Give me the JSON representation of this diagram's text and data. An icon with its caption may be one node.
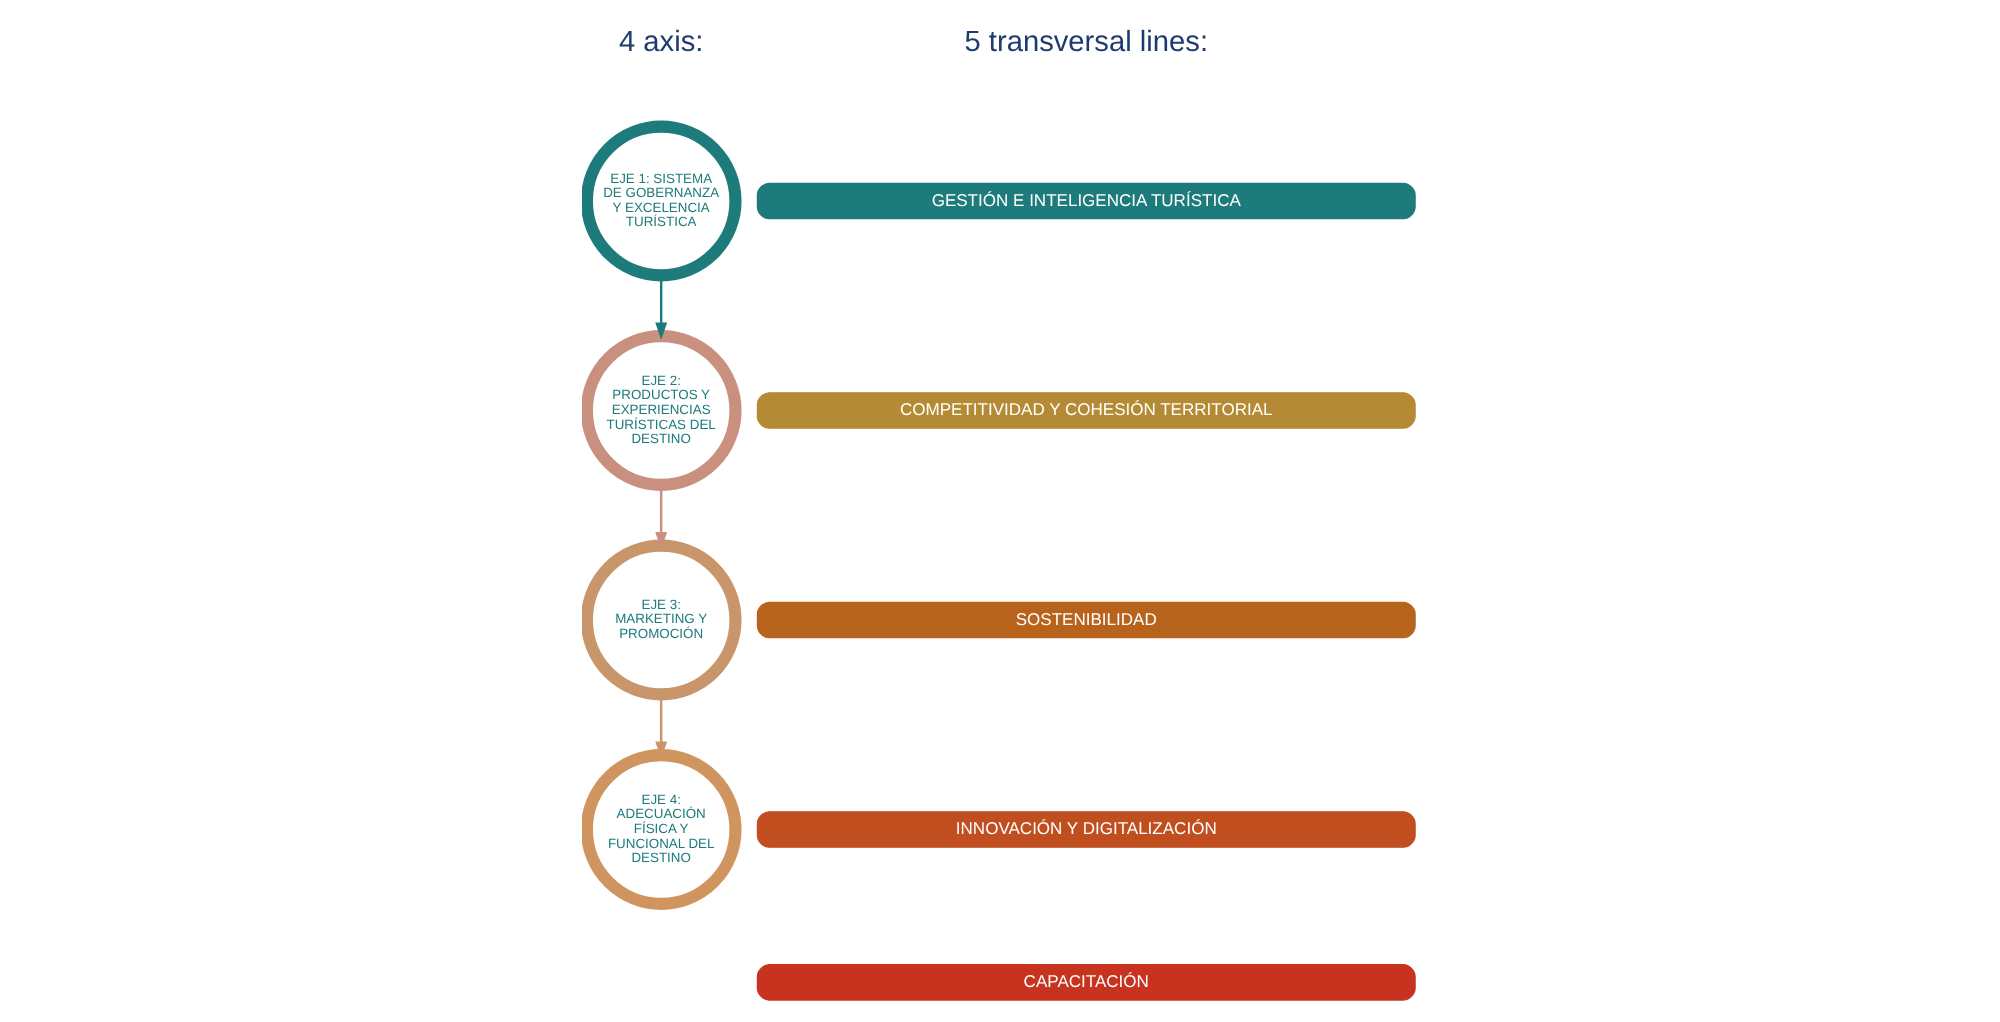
{
  "diagram": {
    "nodes": [
      {
        "text": [
          "EJE 1: SISTEMA DE GOBERNANZA Y EXCELENCIA TURÍSTICA"
        ]
      },
      {
        "text": [
          "EJE 2: PRODUCTOS Y EXPERIENCIAS TURÍSTICAS DEL DESTINO"
        ]
      },
      {
        "text": [
          "EJE 3: MARKETING Y PROMOCIÓN"
        ]
      },
      {
        "text": [
          "EJE 4: ADECUACIÓN FÍSICA Y FUNCIONAL DEL DESTINO"
        ]
      },
      {
        "text": [
          "GESTIÓN E INTELIGENCIA TURÍSTICA"
        ]
      },
      {
        "text": [
          "COMPETITIVIDAD Y COHESIÓN TERRITORIAL"
        ]
      },
      {
        "text": [
          "SOSTENIBILIDAD"
        ]
      },
      {
        "text": [
          "INNOVACIÓN Y DIGITALIZACIÓN"
        ]
      },
      {
        "text": [
          "CAPACITACIÓN"
        ]
      }
    ],
    "edges": [
      {
        "from": 0,
        "to": 1,
        "arrow": "to",
        "color": "#1e7b7b"
      },
      {
        "from": 1,
        "to": 2,
        "arrow": "to",
        "color": "#c98f7f"
      },
      {
        "from": 2,
        "to": 3,
        "arrow": "to",
        "color": "#c8966a"
      }
    ],
    "labels": [
      "4 axis:",
      "5 transversal lines:"
    ]
  }
}
